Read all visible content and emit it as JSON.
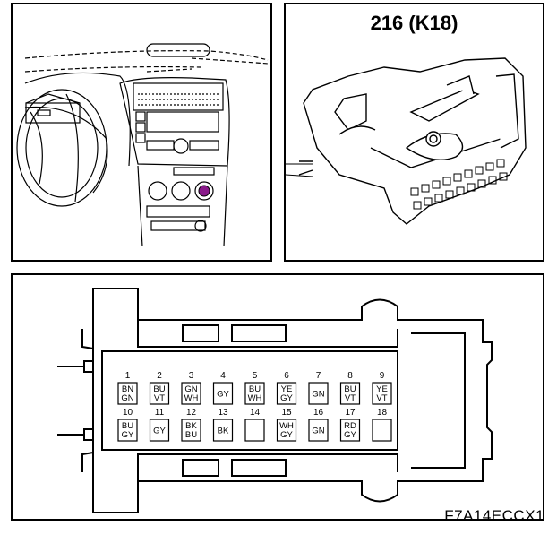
{
  "connector_title": "216 (K18)",
  "figure_code": "F7A14ECCX1",
  "pins": [
    {
      "number": "1",
      "colors": [
        "BN",
        "GN"
      ]
    },
    {
      "number": "2",
      "colors": [
        "BU",
        "VT"
      ]
    },
    {
      "number": "3",
      "colors": [
        "GN",
        "WH"
      ]
    },
    {
      "number": "4",
      "colors": [
        "GY"
      ]
    },
    {
      "number": "5",
      "colors": [
        "BU",
        "WH"
      ]
    },
    {
      "number": "6",
      "colors": [
        "YE",
        "GY"
      ]
    },
    {
      "number": "7",
      "colors": [
        "GN"
      ]
    },
    {
      "number": "8",
      "colors": [
        "BU",
        "VT"
      ]
    },
    {
      "number": "9",
      "colors": [
        "YE",
        "VT"
      ]
    },
    {
      "number": "10",
      "colors": [
        "BU",
        "GY"
      ]
    },
    {
      "number": "11",
      "colors": [
        "GY"
      ]
    },
    {
      "number": "12",
      "colors": [
        "BK",
        "BU"
      ]
    },
    {
      "number": "13",
      "colors": [
        "BK"
      ]
    },
    {
      "number": "14",
      "colors": []
    },
    {
      "number": "15",
      "colors": [
        "WH",
        "GY"
      ]
    },
    {
      "number": "16",
      "colors": [
        "GN"
      ]
    },
    {
      "number": "17",
      "colors": [
        "RD",
        "GY"
      ]
    },
    {
      "number": "18",
      "colors": []
    }
  ],
  "colors": {
    "line": "#000000",
    "location_marker": "#8a1a8a"
  }
}
